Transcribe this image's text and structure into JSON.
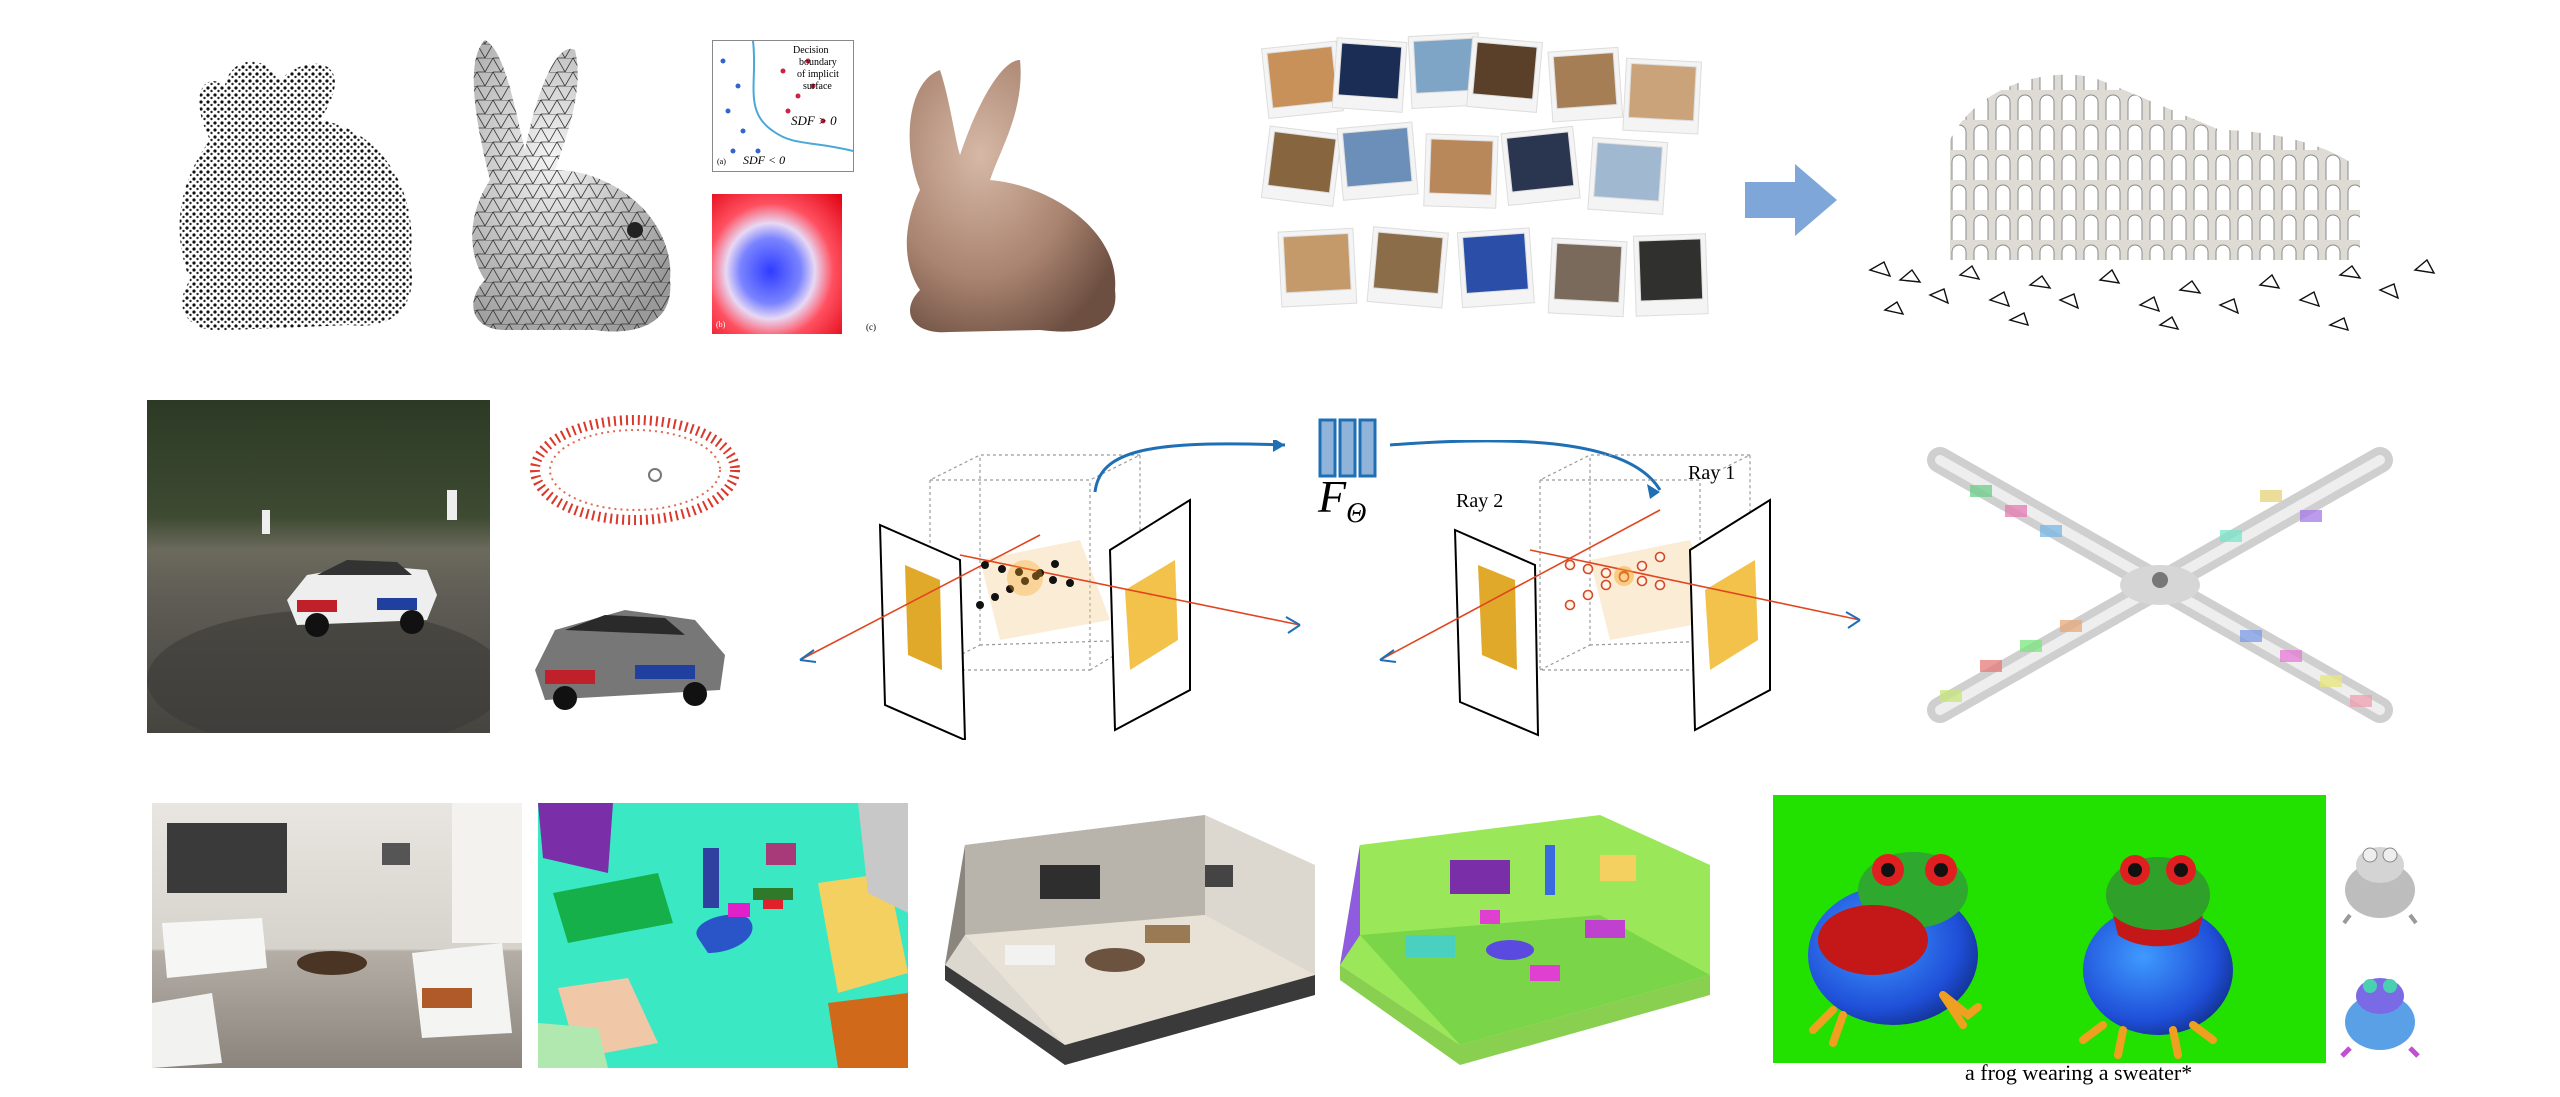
{
  "sdf_panel": {
    "legend_lines": [
      "Decision",
      "boundary",
      "of implicit",
      "surface"
    ],
    "sdf_pos": "SDF > 0",
    "sdf_neg": "SDF < 0",
    "tag_a": "(a)",
    "tag_b": "(b)",
    "tag_c": "(c)"
  },
  "nerf_diagram": {
    "network_label": "F",
    "network_subscript": "Θ",
    "ray1": "Ray 1",
    "ray2": "Ray 2"
  },
  "text_to_3d": {
    "caption": "a frog wearing a sweater*"
  },
  "colors": {
    "ray": "#e0451f",
    "arrow_blue": "#1f6fb5",
    "network_fill": "#8fb3d9",
    "big_arrow": "#7ea6d8",
    "frog_bg": "#22e000",
    "seg_bg": "#3ae8c4"
  }
}
